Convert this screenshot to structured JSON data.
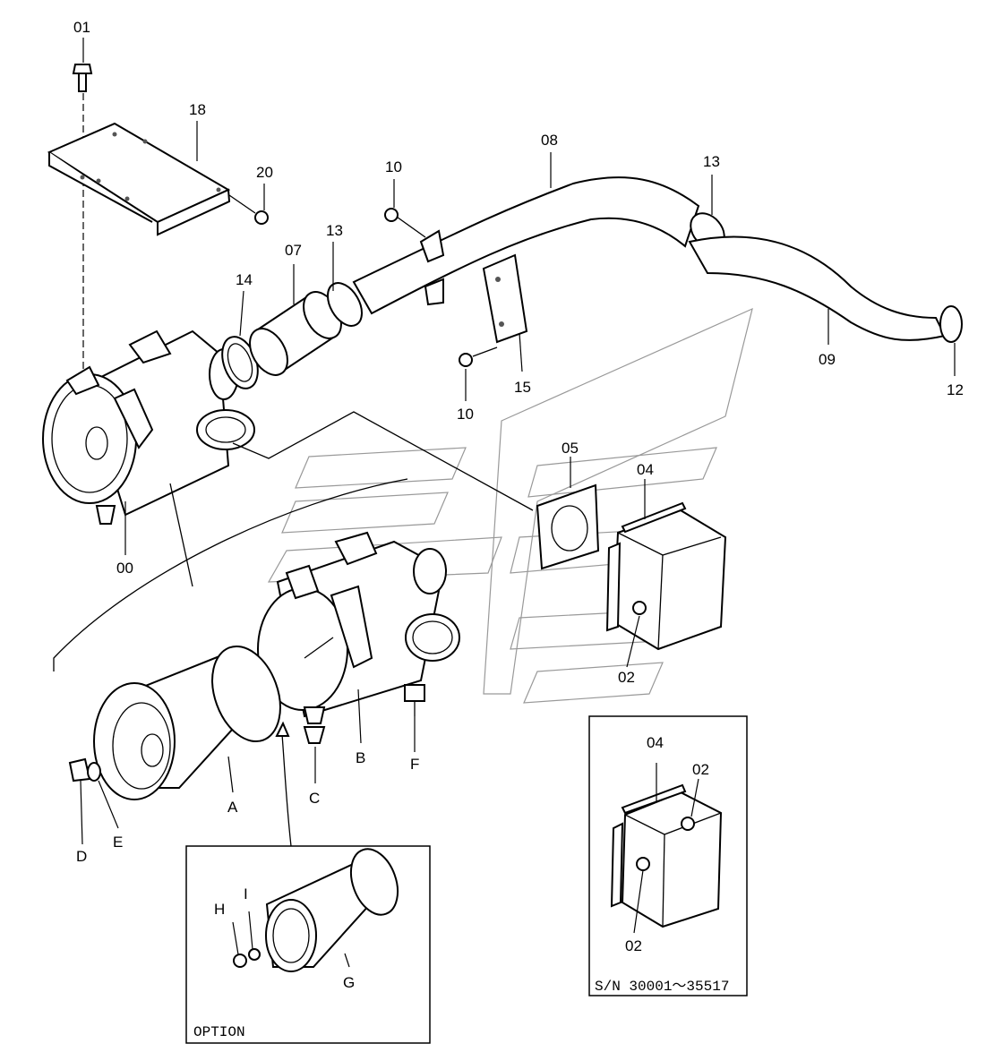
{
  "labels": {
    "p01": "01",
    "p18": "18",
    "p20": "20",
    "p10a": "10",
    "p08": "08",
    "p13a": "13",
    "p14": "14",
    "p07": "07",
    "p13b": "13",
    "p10b": "10",
    "p15": "15",
    "p09": "09",
    "p12": "12",
    "p00": "00",
    "p05": "05",
    "p04": "04",
    "p02a": "02",
    "pA": "A",
    "pB": "B",
    "pC": "C",
    "pD": "D",
    "pE": "E",
    "pF": "F",
    "pG": "G",
    "pH": "H",
    "pI": "I",
    "p04b": "04",
    "p02b": "02",
    "p02c": "02"
  },
  "option_box": {
    "title": "OPTION"
  },
  "serial_box": {
    "serial": "S/N 30001～35517"
  }
}
